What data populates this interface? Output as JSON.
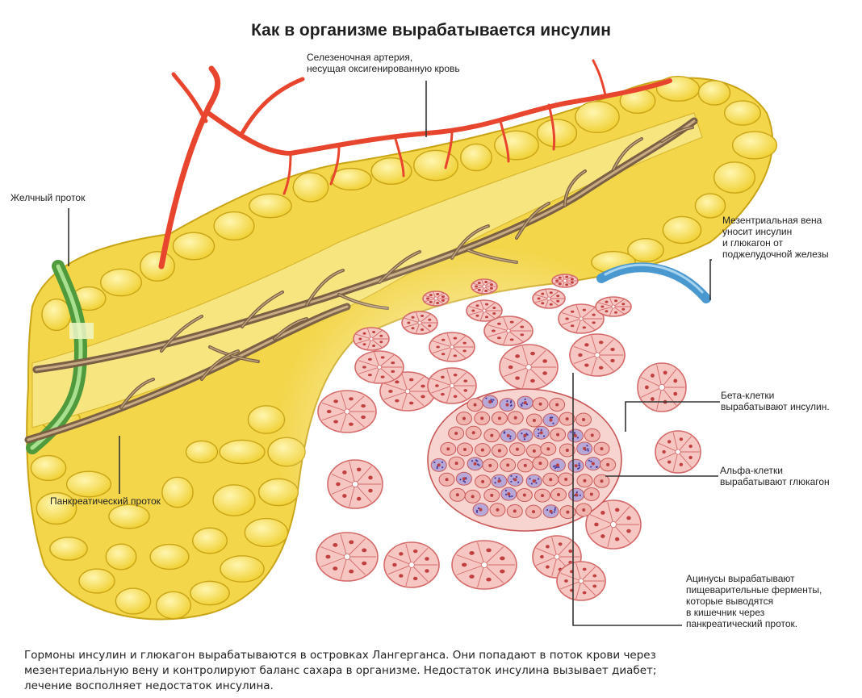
{
  "title": "Как в организме вырабатывается инсулин",
  "labels": {
    "artery": [
      "Селезеночная артерия,",
      "несущая оксигенированную кровь"
    ],
    "bile_duct": [
      "Желчный проток"
    ],
    "mesenteric_vein": [
      "Мезентриальная вена",
      "уносит инсулин",
      "и глюкагон от",
      "поджелудочной железы"
    ],
    "beta_cells": [
      "Бета-клетки",
      "вырабатывают инсулин."
    ],
    "alpha_cells": [
      "Альфа-клетки",
      "вырабатывают глюкагон"
    ],
    "pancreatic_duct": [
      "Панкреатический проток"
    ],
    "acini": [
      "Ацинусы вырабатывают",
      "пищеварительные ферменты,",
      "которые выводятся",
      "в кишечник через",
      "панкреатический проток."
    ]
  },
  "caption": [
    "Гормоны инсулин и глюкагон вырабатываются в островках Лангерганса. Они попадают в поток крови через",
    "мезентериальную вену и контролируют баланс сахара в организме. Недостаток инсулина вызывает диабет;",
    "лечение восполняет недостаток инсулина."
  ],
  "colors": {
    "gland": "#f2d640",
    "gland_light": "#fbef9a",
    "gland_outline": "#c9a417",
    "artery": "#e8452e",
    "vein": "#5aa8dc",
    "bile_duct": "#5aa84a",
    "duct": "#8a7050",
    "acinus": "#f6c6c2",
    "acinus_outline": "#d46a6a",
    "alpha_cell": "#6a5aa8"
  }
}
